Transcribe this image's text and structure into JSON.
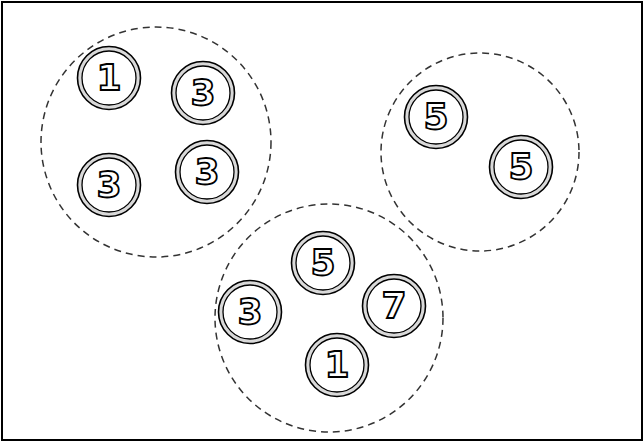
{
  "diagram": {
    "nodes": [
      {
        "text": []
      },
      {
        "text": [
          "1"
        ],
        "in": 0
      },
      {
        "text": [
          "3"
        ],
        "in": 0
      },
      {
        "text": [
          "3"
        ],
        "in": 0
      },
      {
        "text": [
          "3"
        ],
        "in": 0
      },
      {
        "text": []
      },
      {
        "text": [
          "5"
        ],
        "in": 5
      },
      {
        "text": [
          "5"
        ],
        "in": 5
      },
      {
        "text": []
      },
      {
        "text": [
          "5"
        ],
        "in": 8
      },
      {
        "text": [
          "3"
        ],
        "in": 8
      },
      {
        "text": [
          "7"
        ],
        "in": 8
      },
      {
        "text": [
          "1"
        ],
        "in": 8
      }
    ]
  }
}
